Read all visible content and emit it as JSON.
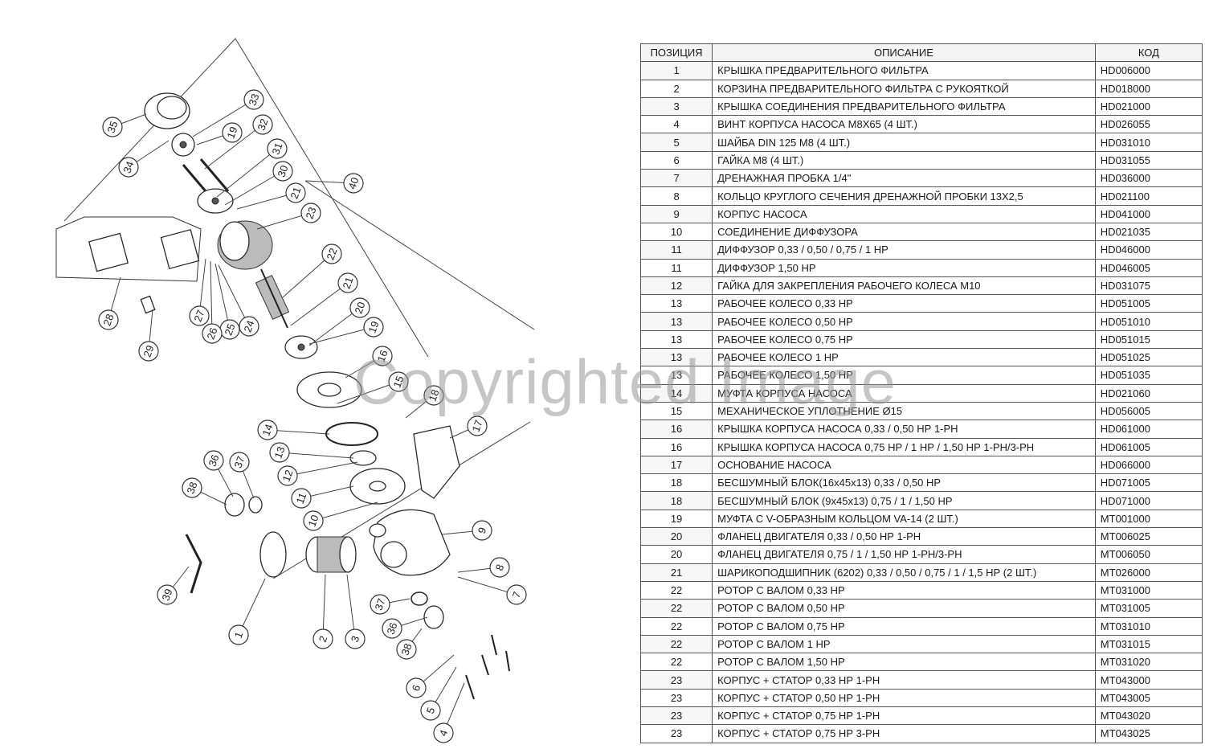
{
  "table": {
    "headers": {
      "position": "ПОЗИЦИЯ",
      "description": "ОПИСАНИЕ",
      "code": "КОД"
    },
    "rows": [
      {
        "pos": "1",
        "desc": "КРЫШКА ПРЕДВАРИТЕЛЬНОГО ФИЛЬТРА",
        "code": "HD006000"
      },
      {
        "pos": "2",
        "desc": "КОРЗИНА ПРЕДВАРИТЕЛЬНОГО ФИЛЬТРА С РУКОЯТКОЙ",
        "code": "HD018000"
      },
      {
        "pos": "3",
        "desc": "КРЫШКА СОЕДИНЕНИЯ ПРЕДВАРИТЕЛЬНОГО ФИЛЬТРА",
        "code": "HD021000"
      },
      {
        "pos": "4",
        "desc": "ВИНТ КОРПУСА НАСОСА М8Х65 (4 ШТ.)",
        "code": "HD026055"
      },
      {
        "pos": "5",
        "desc": "ШАЙБА DIN 125 М8 (4 ШТ.)",
        "code": "HD031010"
      },
      {
        "pos": "6",
        "desc": "ГАЙКА М8 (4 ШТ.)",
        "code": "HD031055"
      },
      {
        "pos": "7",
        "desc": "ДРЕНАЖНАЯ ПРОБКА 1/4\"",
        "code": "HD036000"
      },
      {
        "pos": "8",
        "desc": "КОЛЬЦО КРУГЛОГО СЕЧЕНИЯ ДРЕНАЖНОЙ ПРОБКИ 13Х2,5",
        "code": "HD021100"
      },
      {
        "pos": "9",
        "desc": "КОРПУС НАСОСА",
        "code": "HD041000"
      },
      {
        "pos": "10",
        "desc": "СОЕДИНЕНИЕ ДИФФУЗОРА",
        "code": "HD021035"
      },
      {
        "pos": "11",
        "desc": "ДИФФУЗОР 0,33 / 0,50 / 0,75 / 1 НР",
        "code": "HD046000"
      },
      {
        "pos": "11",
        "desc": "ДИФФУЗОР 1,50 НР",
        "code": "HD046005"
      },
      {
        "pos": "12",
        "desc": "ГАЙКА ДЛЯ ЗАКРЕПЛЕНИЯ РАБОЧЕГО КОЛЕСА М10",
        "code": "HD031075"
      },
      {
        "pos": "13",
        "desc": "РАБОЧЕЕ КОЛЕСО 0,33 НР",
        "code": "HD051005"
      },
      {
        "pos": "13",
        "desc": "РАБОЧЕЕ КОЛЕСО 0,50 НР",
        "code": "HD051010"
      },
      {
        "pos": "13",
        "desc": "РАБОЧЕЕ КОЛЕСО 0,75 НР",
        "code": "HD051015"
      },
      {
        "pos": "13",
        "desc": "РАБОЧЕЕ КОЛЕСО 1 НР",
        "code": "HD051025"
      },
      {
        "pos": "13",
        "desc": "РАБОЧЕЕ КОЛЕСО 1,50 НР",
        "code": "HD051035"
      },
      {
        "pos": "14",
        "desc": "МУФТА КОРПУСА НАСОСА",
        "code": "HD021060"
      },
      {
        "pos": "15",
        "desc": "МЕХАНИЧЕСКОЕ УПЛОТНЕНИЕ Ø15",
        "code": "HD056005"
      },
      {
        "pos": "16",
        "desc": "КРЫШКА КОРПУСА НАСОСА 0,33 / 0,50 НР 1-РН",
        "code": "HD061000"
      },
      {
        "pos": "16",
        "desc": "КРЫШКА КОРПУСА НАСОСА 0,75 НР / 1 НР / 1,50 НР 1-РН/3-РН",
        "code": "HD061005"
      },
      {
        "pos": "17",
        "desc": "ОСНОВАНИЕ НАСОСА",
        "code": "HD066000"
      },
      {
        "pos": "18",
        "desc": "БЕСШУМНЫЙ БЛОК(16х45х13) 0,33 / 0,50 НР",
        "code": "HD071005"
      },
      {
        "pos": "18",
        "desc": "БЕСШУМНЫЙ БЛОК (9х45х13) 0,75 / 1 / 1,50 НР",
        "code": "HD071000"
      },
      {
        "pos": "19",
        "desc": "МУФТА С V-ОБРАЗНЫМ КОЛЬЦОМ VA-14 (2 ШТ.)",
        "code": "MT001000"
      },
      {
        "pos": "20",
        "desc": "ФЛАНЕЦ ДВИГАТЕЛЯ 0,33 / 0,50 НР 1-РН",
        "code": "MT006025"
      },
      {
        "pos": "20",
        "desc": "ФЛАНЕЦ ДВИГАТЕЛЯ 0,75 / 1 / 1,50 НР 1-РН/3-РН",
        "code": "MT006050"
      },
      {
        "pos": "21",
        "desc": "ШАРИКОПОДШИПНИК (6202) 0,33 / 0,50 / 0,75 / 1 / 1,5 НР (2 ШТ.)",
        "code": "MT026000"
      },
      {
        "pos": "22",
        "desc": "РОТОР С ВАЛОМ 0,33 НР",
        "code": "MT031000"
      },
      {
        "pos": "22",
        "desc": "РОТОР С ВАЛОМ 0,50 НР",
        "code": "MT031005"
      },
      {
        "pos": "22",
        "desc": "РОТОР С ВАЛОМ 0,75 НР",
        "code": "MT031010"
      },
      {
        "pos": "22",
        "desc": "РОТОР С ВАЛОМ 1 НР",
        "code": "MT031015"
      },
      {
        "pos": "22",
        "desc": "РОТОР С ВАЛОМ 1,50 НР",
        "code": "MT031020"
      },
      {
        "pos": "23",
        "desc": "КОРПУС + СТАТОР 0,33 НР 1-РН",
        "code": "MT043000"
      },
      {
        "pos": "23",
        "desc": "КОРПУС + СТАТОР 0,50 НР 1-РН",
        "code": "MT043005"
      },
      {
        "pos": "23",
        "desc": "КОРПУС + СТАТОР 0,75 НР 1-РН",
        "code": "MT043020"
      },
      {
        "pos": "23",
        "desc": "КОРПУС + СТАТОР 0,75 НР 3-РН",
        "code": "MT043025"
      }
    ]
  },
  "diagram": {
    "callouts": [
      "1",
      "2",
      "3",
      "4",
      "5",
      "6",
      "7",
      "8",
      "9",
      "10",
      "11",
      "12",
      "13",
      "14",
      "15",
      "16",
      "17",
      "18",
      "19",
      "20",
      "21",
      "22",
      "23",
      "24",
      "25",
      "26",
      "27",
      "28",
      "29",
      "30",
      "31",
      "32",
      "33",
      "34",
      "35",
      "36",
      "37",
      "38",
      "39",
      "40",
      "19",
      "21",
      "36",
      "37",
      "38"
    ]
  },
  "watermark": "Copyrighted Image"
}
